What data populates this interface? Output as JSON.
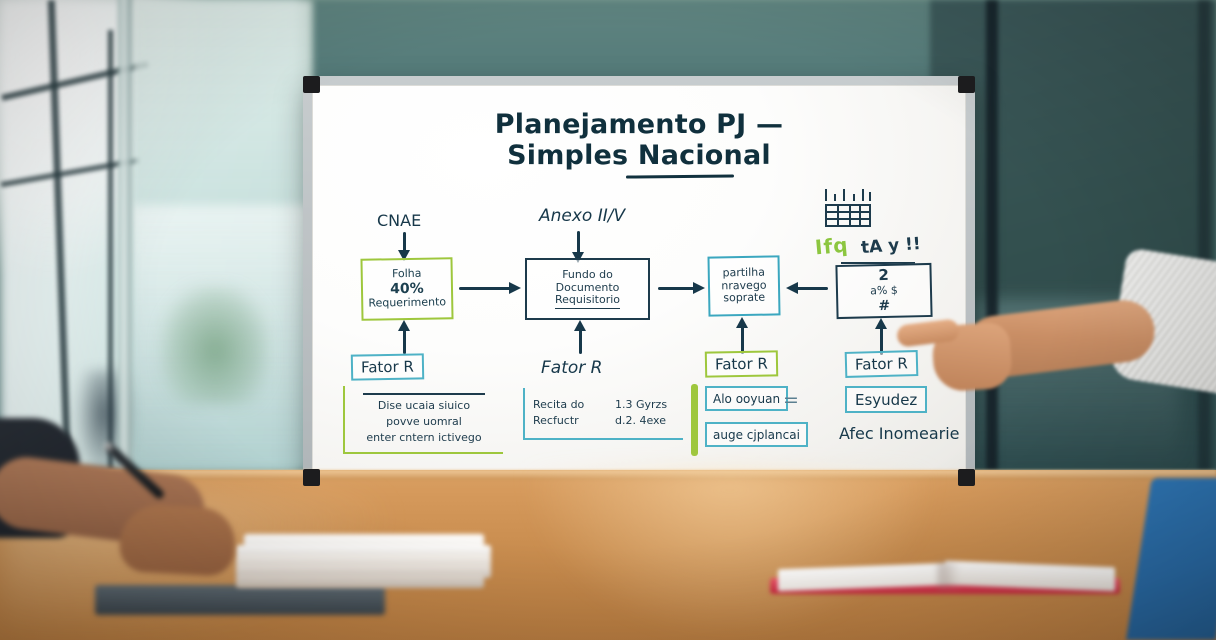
{
  "scene": {
    "setting": "office-meeting-room",
    "background": {
      "wall_color": "#4e7676",
      "window_side": "left",
      "glass_partition_color": "#3e6566"
    },
    "table": {
      "surface_color": "#c98d4f",
      "edge_color": "#f0cb9b"
    },
    "objects": {
      "paper_stack": "paper-stack",
      "laptop": "laptop",
      "open_book": "open-book",
      "book_cover_color": "#c4283e",
      "chair": "chair",
      "chair_color": "#2a6ca8",
      "pen": "pen"
    },
    "people": {
      "writer": {
        "label": "seated-participant-writing",
        "sleeve_color": "#232931"
      },
      "presenter": {
        "label": "presenter-pointing-at-board",
        "sleeve_color": "#e9e9e6"
      }
    }
  },
  "whiteboard": {
    "frame_color": "#b9bec1",
    "corner_color": "#1c1c1e",
    "tray": "marker-tray",
    "stand": "tripod-stand",
    "title": {
      "line1": "Planejamento PJ —",
      "line2": "Simples Nacional"
    },
    "top_labels": {
      "cnae": "CNAE",
      "anexo": "Anexo II/V"
    },
    "flow_boxes": [
      {
        "id": "box-folha",
        "accent": "#9ec73d",
        "line1": "Folha",
        "line2": "40%",
        "line3": "Requerimento"
      },
      {
        "id": "box-fundo",
        "accent": "#1d3b4c",
        "line1": "Fundo do",
        "line2": "Documento",
        "line3": "Requisitorio"
      },
      {
        "id": "box-partilha",
        "accent": "#3ba7bf",
        "line1": "partilha",
        "line2": "nravego",
        "line3": "soprate"
      },
      {
        "id": "box-aliquota",
        "accent": "#1d3b4c",
        "line1": "2",
        "line2": "a% $",
        "line3": "#"
      }
    ],
    "bottom_labels": {
      "fator_r_1": "Fator R",
      "fator_r_2": "Fator R",
      "fator_r_3": "Fator R",
      "fator_r_4": "Fator R"
    },
    "bottom_notes": {
      "note_left": {
        "accent": "#9ec73d",
        "line1": "Dise ucaia siuico",
        "line2": "povve uomral",
        "line3": "enter cntern ictivego"
      },
      "note_mid": {
        "accent": "#4eb2c6",
        "rows": [
          {
            "left": "Recita do",
            "right": "1.3 Gyrzs"
          },
          {
            "left": "Recfuctr",
            "right": "d.2. 4exe"
          }
        ]
      },
      "note_right": {
        "accent": "#9ec73d",
        "chip1": "Alo ooyuan",
        "chip2": "auge cjplancai",
        "equals": "="
      },
      "note_far_right": {
        "accent": "#4eb2c6",
        "chip1": "Esyudez",
        "caption": "Afec Inomearie"
      }
    },
    "annotations": {
      "table_icon": "table-grid-icon",
      "highlight_green": "Ifq",
      "highlight_dark": "tA y !!"
    },
    "arrows": {
      "cnae_down": "arrow-down",
      "anexo_down": "arrow-down",
      "box1_to_box2": "arrow-right",
      "box2_to_box3": "arrow-right",
      "box4_to_box3": "arrow-left",
      "up_to_box1": "arrow-up",
      "up_to_box2": "arrow-up",
      "up_to_box3": "arrow-up",
      "up_to_box4": "arrow-up"
    }
  }
}
